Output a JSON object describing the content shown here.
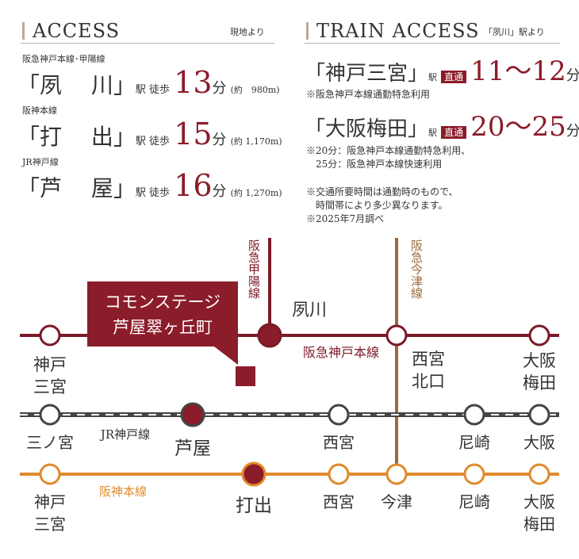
{
  "access": {
    "title": "ACCESS",
    "note": "現地より",
    "items": [
      {
        "line": "阪急神戸本線･甲陽線",
        "station": "「夙　 川」",
        "eki": "駅 徒歩",
        "minutes": "13",
        "unit": "分",
        "dist": "(約　980m)"
      },
      {
        "line": "阪神本線",
        "station": "「打　 出」",
        "eki": "駅 徒歩",
        "minutes": "15",
        "unit": "分",
        "dist": "(約 1,170m)"
      },
      {
        "line": "JR神戸線",
        "station": "「芦　 屋」",
        "eki": "駅 徒歩",
        "minutes": "16",
        "unit": "分",
        "dist": "(約 1,270m)"
      }
    ]
  },
  "train": {
    "title": "TRAIN ACCESS",
    "note": "「夙川」駅より",
    "items": [
      {
        "station": "「神戸三宮」",
        "eki": "駅",
        "badge": "直通",
        "minutes": "11～12",
        "unit": "分",
        "note1": "※阪急神戸本線通勤特急利用",
        "note2": ""
      },
      {
        "station": "「大阪梅田」",
        "eki": "駅",
        "badge": "直通",
        "minutes": "20～25",
        "unit": "分",
        "note1": "※20分：阪急神戸本線通勤特急利用、",
        "note2": "　25分：阪急神戸本線快速利用"
      }
    ],
    "foot1": "※交通所要時間は通勤時のもので、",
    "foot2": "　時間帯により多少異なります。",
    "foot3": "※2025年7月調べ"
  },
  "map": {
    "property1": "コモンステージ",
    "property2": "芦屋翠ヶ丘町",
    "lines": {
      "hankyu_kobe": "阪急神戸本線",
      "koyo": "阪急甲陽線",
      "imazu": "阪急今津線",
      "jr": "JR神戸線",
      "hanshin": "阪神本線"
    },
    "hankyu": [
      "神戸",
      "三宮",
      "夙川",
      "西宮",
      "北口",
      "大阪",
      "梅田"
    ],
    "jr": [
      "三ノ宮",
      "芦屋",
      "西宮",
      "尼崎",
      "大阪"
    ],
    "hanshin": [
      "神戸",
      "三宮",
      "打出",
      "西宮",
      "今津",
      "尼崎",
      "大阪",
      "梅田"
    ],
    "colors": {
      "hankyu": "#7b1a28",
      "jr": "#444444",
      "hanshin": "#e08a2c",
      "imazu": "#9b6a3c",
      "accent": "#8b1c2a"
    }
  }
}
